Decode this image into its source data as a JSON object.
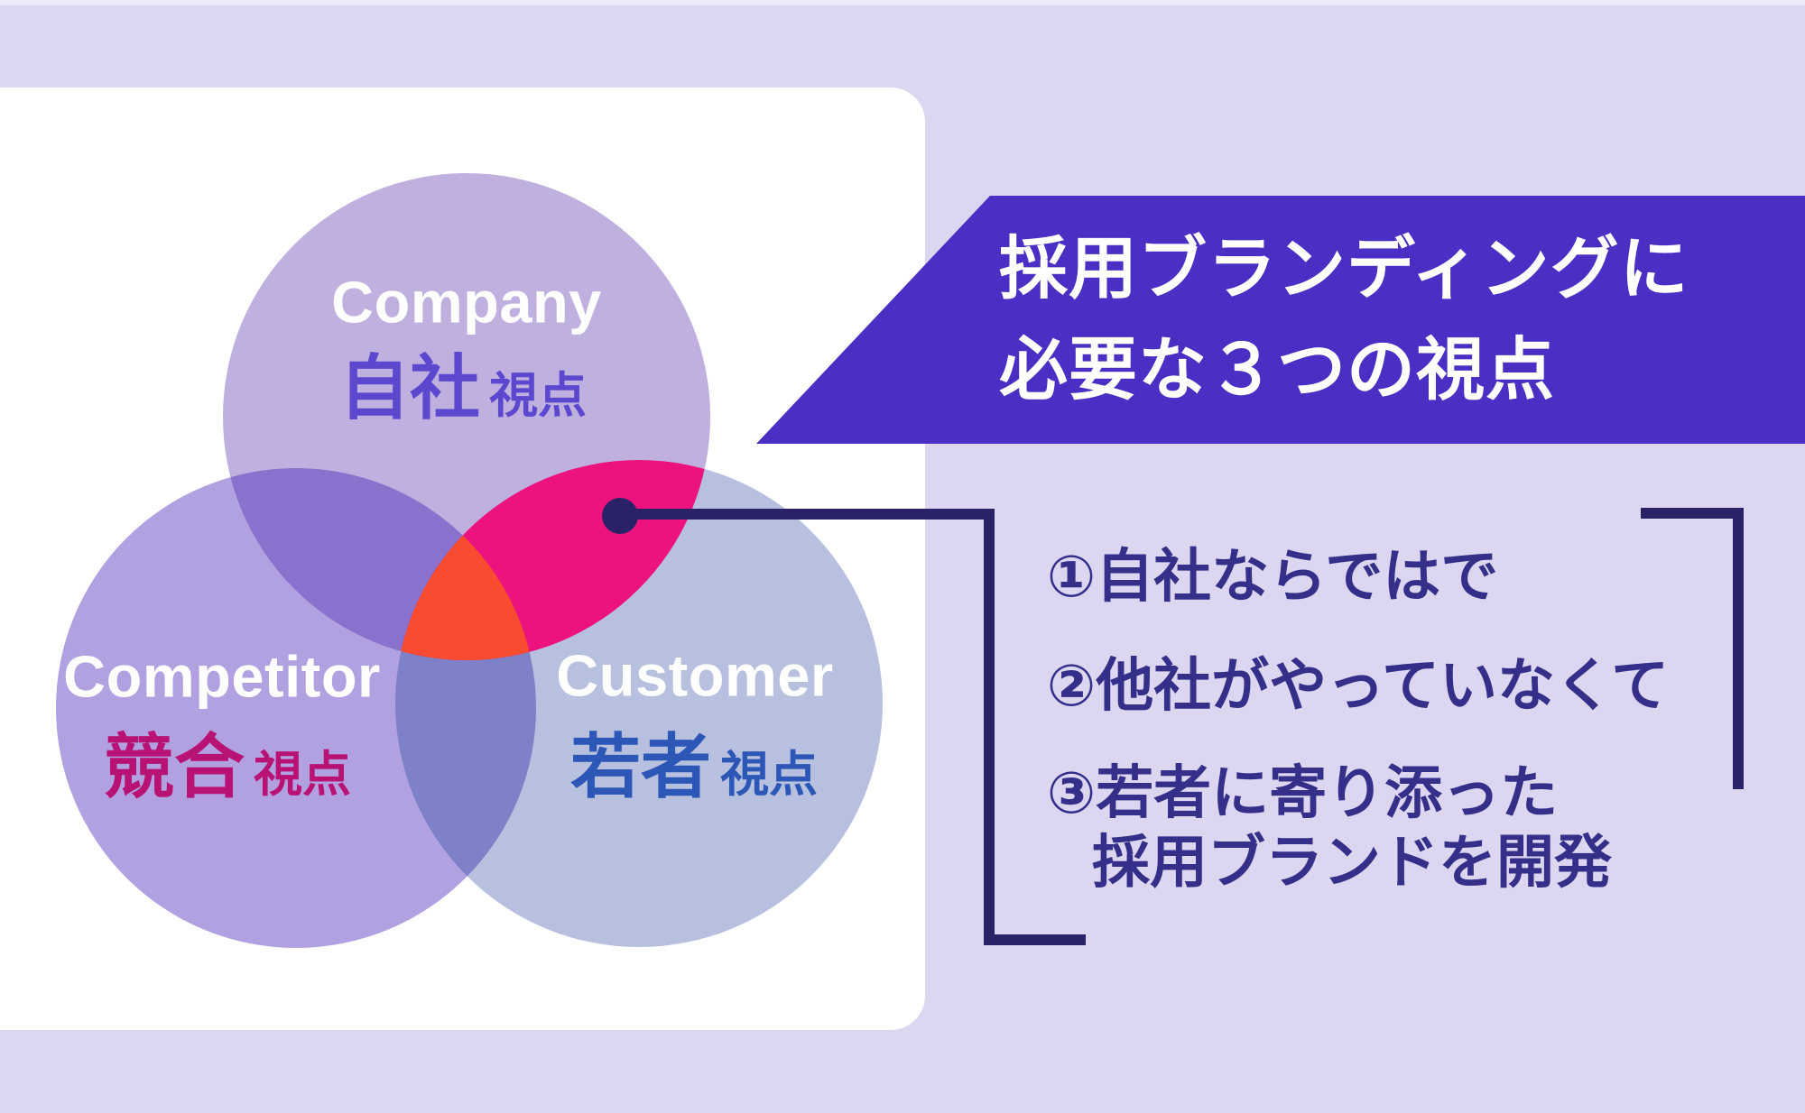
{
  "banner": {
    "bg": "#4b2fc4",
    "text_color": "#ffffff",
    "line1": "採用ブランディングに",
    "line2": "必要な３つの視点"
  },
  "venn": {
    "en_color": "#ffffff",
    "line_color": "#292266",
    "company": {
      "en": "Company",
      "jp": "自社",
      "suffix": "視点",
      "fill": "#bfb0df",
      "jp_color": "#5b48cf"
    },
    "competitor": {
      "en": "Competitor",
      "jp": "競合",
      "suffix": "視点",
      "fill": "#b2a1e1",
      "jp_color": "#b81274"
    },
    "customer": {
      "en": "Customer",
      "jp": "若者",
      "suffix": "視点",
      "fill": "#b7c1df",
      "jp_color": "#2d57b7"
    },
    "overlaps": {
      "company_competitor": "#8a71cd",
      "competitor_customer": "#7f81c8",
      "company_customer": "#ed137e",
      "center": "#f84b30"
    }
  },
  "list": {
    "color": "#34308a",
    "item1": "①自社ならではで",
    "item2": "②他社がやっていなくて",
    "item3": "③若者に寄り添った",
    "item3b": "採用ブランドを開発"
  },
  "colors": {
    "background": "#dcd6f1",
    "panel": "#ffffff"
  }
}
